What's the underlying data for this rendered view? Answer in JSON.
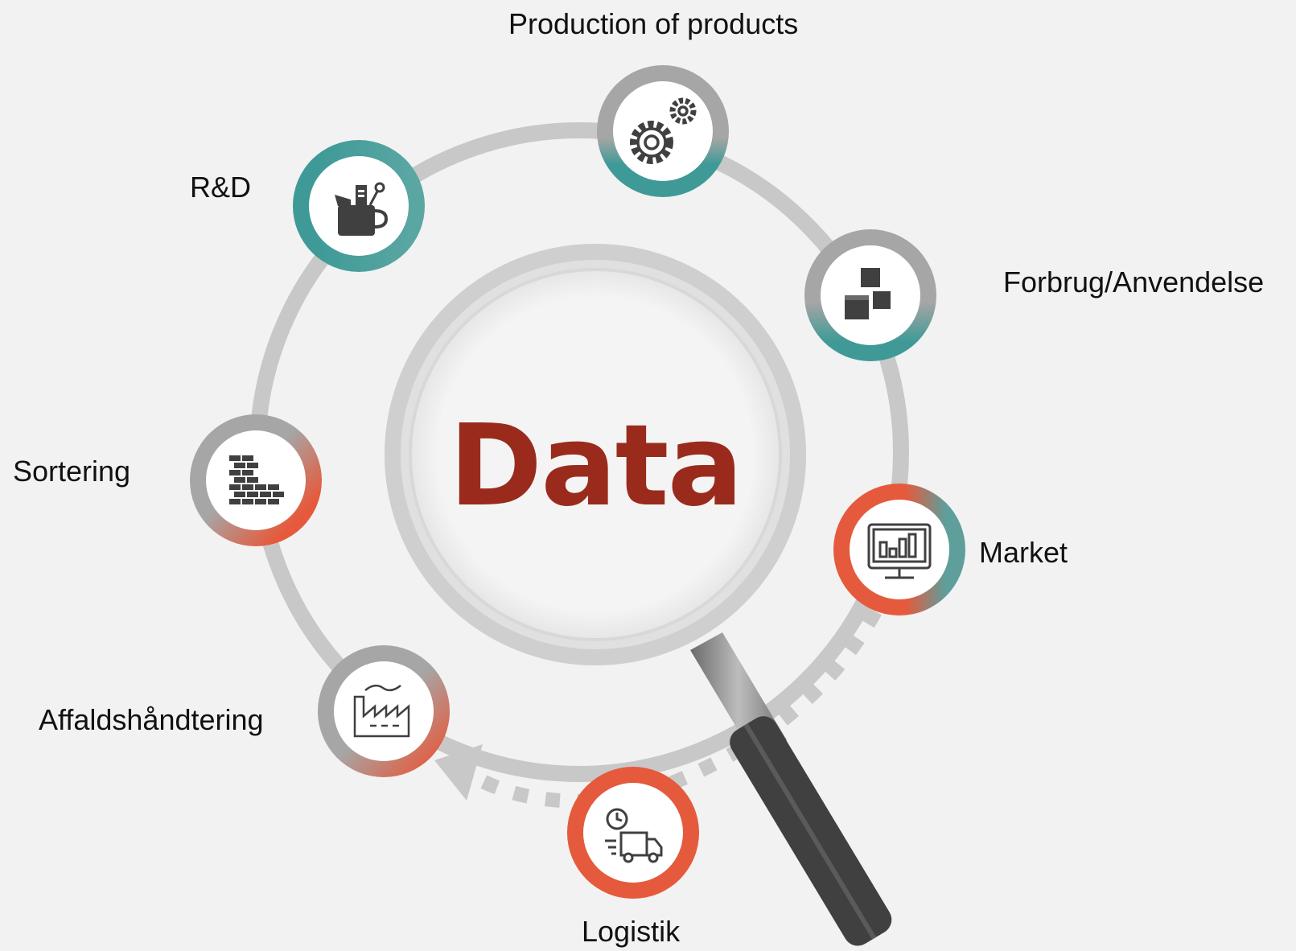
{
  "center": {
    "text": "Data",
    "color": "#9a2b1c"
  },
  "nodes": [
    {
      "id": "production",
      "label": "Production of products",
      "icon": "gears-icon",
      "ring": "teal"
    },
    {
      "id": "forbrug",
      "label": "Forbrug/Anvendelse",
      "icon": "boxes-icon",
      "ring": "teal"
    },
    {
      "id": "market",
      "label": "Market",
      "icon": "monitor-chart-icon",
      "ring": "red-teal"
    },
    {
      "id": "logistik",
      "label": "Logistik",
      "icon": "delivery-truck-icon",
      "ring": "red"
    },
    {
      "id": "affald",
      "label": "Affaldshåndtering",
      "icon": "factory-icon",
      "ring": "red"
    },
    {
      "id": "sortering",
      "label": "Sortering",
      "icon": "bricks-icon",
      "ring": "red"
    },
    {
      "id": "rd",
      "label": "R&D",
      "icon": "tool-cup-icon",
      "ring": "teal"
    }
  ],
  "colors": {
    "background": "#f2f2f2",
    "orbit": "#c8c8c8",
    "ring_gray": "#a6a6a6",
    "teal": "#3f9a97",
    "red": "#e55a3c",
    "icon": "#404040",
    "handle": "#404040",
    "arrow": "#c0c0c0"
  }
}
